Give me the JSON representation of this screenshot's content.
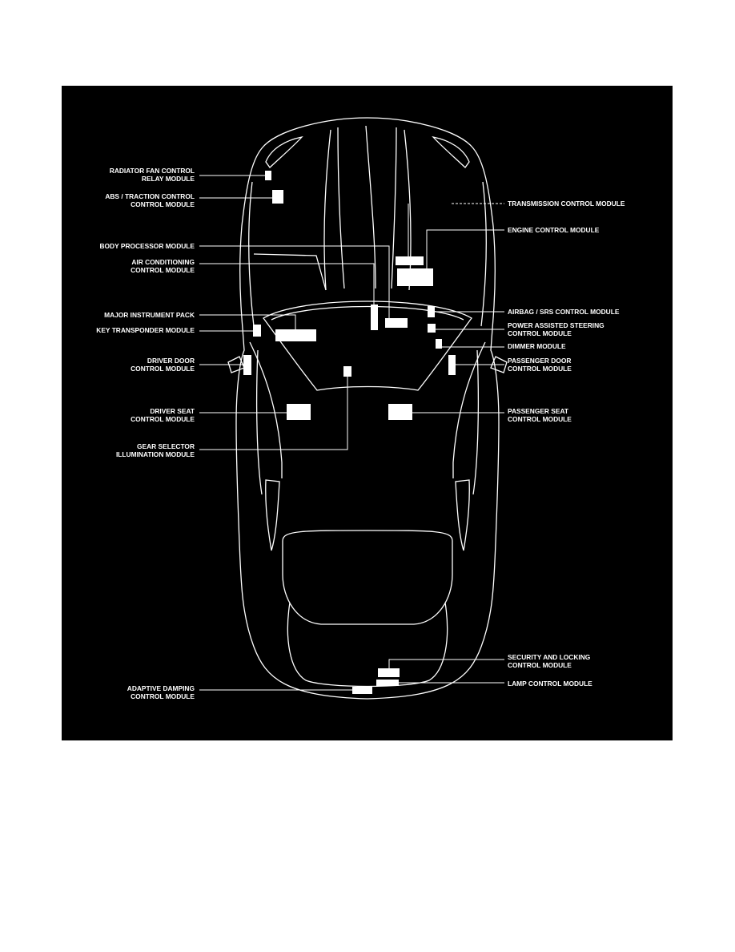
{
  "labels": {
    "radiator_fan": "RADIATOR FAN CONTROL\nRELAY MODULE",
    "abs_traction": "ABS / TRACTION CONTROL\nCONTROL MODULE",
    "body_processor": "BODY PROCESSOR MODULE",
    "air_conditioning": "AIR CONDITIONING\nCONTROL MODULE",
    "major_instrument": "MAJOR INSTRUMENT PACK",
    "key_transponder": "KEY TRANSPONDER MODULE",
    "driver_door": "DRIVER DOOR\nCONTROL MODULE",
    "driver_seat": "DRIVER SEAT\nCONTROL MODULE",
    "gear_selector": "GEAR SELECTOR\nILLUMINATION MODULE",
    "adaptive_damping": "ADAPTIVE DAMPING\nCONTROL MODULE",
    "transmission": "TRANSMISSION CONTROL MODULE",
    "engine": "ENGINE CONTROL MODULE",
    "airbag_srs": "AIRBAG / SRS CONTROL MODULE",
    "power_steering": "POWER ASSISTED STEERING\nCONTROL MODULE",
    "dimmer": "DIMMER MODULE",
    "passenger_door": "PASSENGER DOOR\nCONTROL MODULE",
    "passenger_seat": "PASSENGER SEAT\nCONTROL MODULE",
    "security_locking": "SECURITY AND LOCKING\nCONTROL MODULE",
    "lamp": "LAMP CONTROL MODULE"
  },
  "colors": {
    "background": "#000000",
    "line": "#ffffff",
    "page": "#ffffff"
  }
}
